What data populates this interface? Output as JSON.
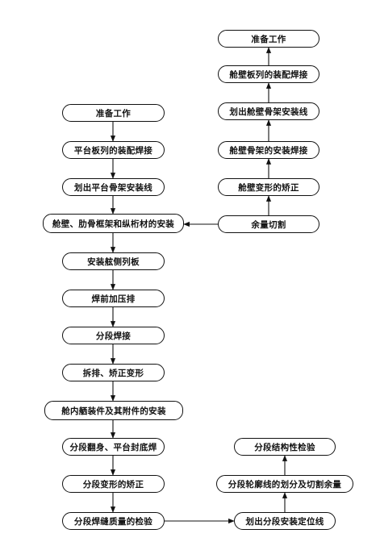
{
  "left_column": [
    "准备工作",
    "平台板列的装配焊接",
    "划出平台骨架安装线",
    "舱壁、肋骨框架和纵桁材的安装",
    "安装舷侧列板",
    "焊前加压排",
    "分段焊接",
    "拆排、矫正变形",
    "舱内舾装件及其附件的安装",
    "分段翻身、平台封底焊",
    "分段变形的矫正",
    "分段焊缝质量的检验"
  ],
  "right_column_top": [
    "准备工作",
    "舱壁板列的装配焊接",
    "划出舱壁骨架安装线",
    "舱壁骨架的安装焊接",
    "舱壁变形的矫正",
    "余量切割"
  ],
  "right_column_bottom": [
    "分段结构性检验",
    "分段轮廓线的划分及切割余量",
    "划出分段安装定位线"
  ]
}
